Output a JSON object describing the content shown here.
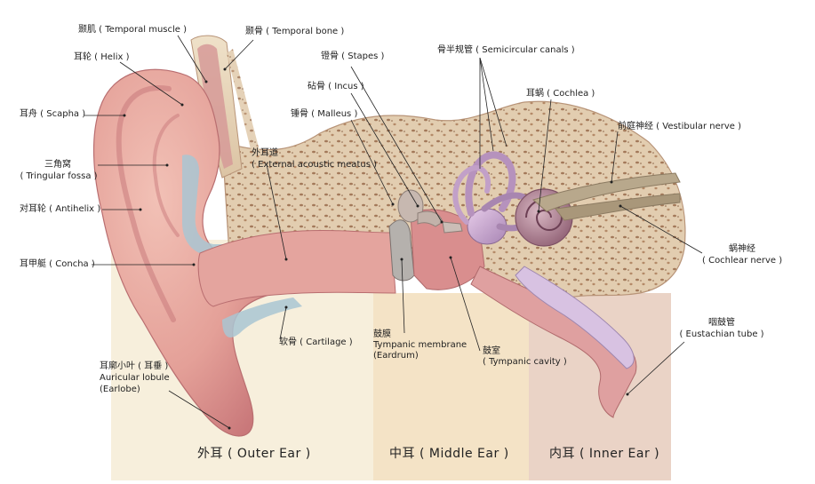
{
  "labels": {
    "temporal_muscle": "颞肌 ( Temporal muscle )",
    "temporal_bone": "颞骨 ( Temporal bone )",
    "helix": "耳轮 ( Helix )",
    "scapha": "耳舟 ( Scapha )",
    "fossa_cn": "三角窝",
    "fossa_en": "( Tringular fossa )",
    "antihelix": "对耳轮 ( Antihelix )",
    "concha": "耳甲艇 ( Concha )",
    "meatus_cn": "外耳道",
    "meatus_en": "( External acoustic meatus )",
    "stapes": "镫骨 ( Stapes )",
    "incus": "砧骨 ( Incus )",
    "malleus": "锤骨 ( Malleus )",
    "semicircular": "骨半规管 ( Semicircular canals )",
    "cochlea": "耳蜗 ( Cochlea )",
    "vestibular": "前庭神经 ( Vestibular nerve )",
    "cochlear_nerve_cn": "蜗神经",
    "cochlear_nerve_en": "( Cochlear nerve )",
    "cartilage": "软骨 ( Cartilage )",
    "tympanic_cn": "鼓膜",
    "tympanic_en": "Tympanic membrane",
    "tympanic_alt": "(Eardrum)",
    "cavity_cn": "鼓室",
    "cavity_en": "( Tympanic cavity )",
    "eustachian_cn": "咽鼓管",
    "eustachian_en": "( Eustachian tube )",
    "lobule_cn": "耳廓小叶 ( 耳垂 )",
    "lobule_en": "Auricular lobule",
    "lobule_alt": "(Earlobe)"
  },
  "sections": {
    "outer": "外耳 ( Outer Ear )",
    "middle": "中耳 ( Middle Ear )",
    "inner": "内耳 ( Inner Ear )"
  },
  "colors": {
    "outer_band": "#f6ecd6",
    "middle_band": "#f5e3c8",
    "inner_band": "#ecd2c8",
    "skin": "#e8a8a0",
    "bone": "#e9d8c0",
    "bone_dots": "#a8805e",
    "cartilage": "#a8c8d4",
    "cochlea": "#b88a9a",
    "canal": "#d4b4d8",
    "nerve": "#b7a88c"
  }
}
